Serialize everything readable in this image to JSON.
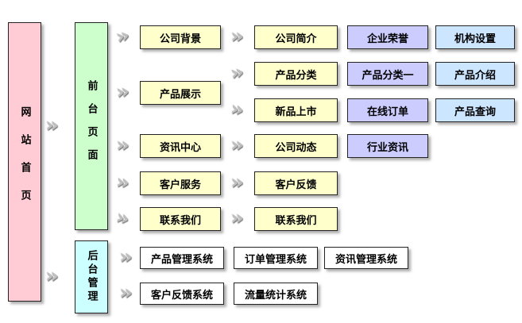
{
  "icons": {
    "arrow": "»"
  },
  "nodes": {
    "root": "网站首页",
    "frontend": "前台页面",
    "backend": "后台管理"
  },
  "frontend_level1": [
    "公司背景",
    "产品展示",
    "资讯中心",
    "客户服务",
    "联系我们"
  ],
  "frontend_level2": [
    "公司简介",
    "产品分类",
    "新品上市",
    "公司动态",
    "客户反馈",
    "联系我们"
  ],
  "frontend_level3": [
    "企业荣誉",
    "产品分类一",
    "在线订单",
    "行业资讯"
  ],
  "frontend_level4": [
    "机构设置",
    "产品介绍",
    "产品查询"
  ],
  "backend_systems_row1": [
    "产品管理系统",
    "订单管理系统",
    "资讯管理系统"
  ],
  "backend_systems_row2": [
    "客户反馈系统",
    "流量统计系统"
  ],
  "colors": {
    "root_bg": "#ffccd5",
    "frontend_bg": "#ccffcc",
    "backend_bg": "#ccffff",
    "level1_bg": "#ffffcc",
    "level2_bg": "#ffffcc",
    "level3_bg": "#ccccff",
    "level4_bg": "#cce6ff",
    "system_bg": "#ffffff",
    "arrow": "#bfbfbf"
  }
}
